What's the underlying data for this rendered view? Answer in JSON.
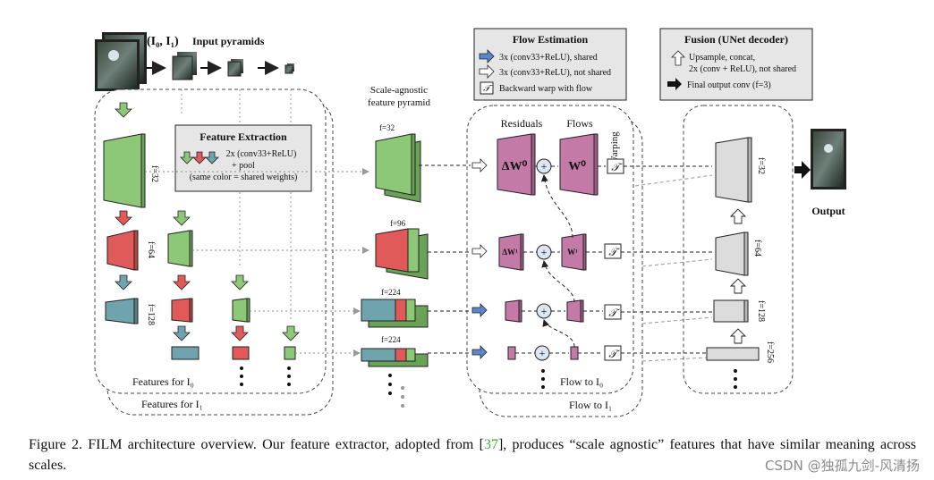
{
  "input": {
    "pair_label": "(I₀, I₁)",
    "pyramid_title": "Input pyramids"
  },
  "extraction_legend": {
    "title": "Feature Extraction",
    "line1": "2x (conv33+ReLU)",
    "line2": "+ pool",
    "line3": "(same color = shared weights)"
  },
  "features_i0_label": "Features for I₀",
  "features_i1_label": "Features for I₁",
  "scale_agnostic_title": [
    "Scale-agnostic",
    "feature pyramid"
  ],
  "channel_labels": {
    "extract_f32": "f=32",
    "extract_f64": "f=64",
    "extract_f128": "f=128",
    "pyr_f32": "f=32",
    "pyr_f96": "f=96",
    "pyr_f224a": "f=224",
    "pyr_f224b": "f=224",
    "fus_f32": "f=32",
    "fus_f64": "f=64",
    "fus_f128": "f=128",
    "fus_f256": "f=256"
  },
  "flow_legend": {
    "title": "Flow Estimation",
    "item1": "3x (conv33+ReLU), shared",
    "item2": "3x (conv33+ReLU), not shared",
    "item3": "Backward warp with flow"
  },
  "flow_headers": {
    "residuals": "Residuals",
    "flows": "Flows",
    "warping": "Warping"
  },
  "flow_blocks": {
    "delta_w0": "ΔW⁰",
    "w0": "W⁰",
    "delta_w1": "ΔW¹",
    "w1": "W¹",
    "plus": "+",
    "warp": "𝒯"
  },
  "flow_to_i0_label": "Flow to I₀",
  "flow_to_i1_label": "Flow to I₁",
  "fusion_legend": {
    "title": "Fusion (UNet decoder)",
    "item1": "Upsample, concat,",
    "item2": "2x (conv + ReLU), not shared",
    "item3": "Final output conv (f=3)"
  },
  "output_label": "Output",
  "caption": {
    "text_before": "Figure 2.  FILM architecture overview.  Our feature extractor, adopted from [",
    "ref": "37",
    "text_after": "], produces “scale agnostic” features that have similar meaning across scales."
  },
  "watermark": "CSDN @独孤九剑-风清扬",
  "colors": {
    "green": "#8dc878",
    "red": "#e05a5a",
    "teal": "#6fa3ae",
    "purple": "#c47aa7",
    "gray_block": "#dcdcdc",
    "legend_bg": "#e6e6e6",
    "blue_arrow": "#5b86c9",
    "ref_green": "#3bb03b"
  },
  "icons": [
    "photo-icon",
    "arrow-right-icon",
    "arrow-down-icon",
    "shared-conv-arrow-icon",
    "not-shared-conv-arrow-icon",
    "warp-icon",
    "plus-icon",
    "upsample-arrow-icon",
    "output-arrow-icon"
  ]
}
